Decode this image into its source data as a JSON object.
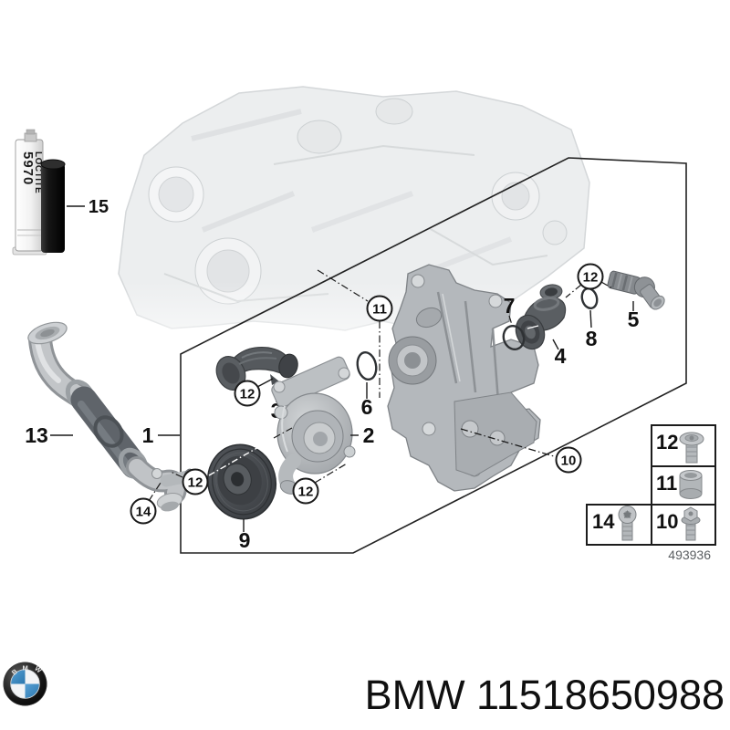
{
  "diagram": {
    "code": "493936",
    "labels": {
      "n1": "1",
      "n2": "2",
      "n3": "3",
      "n4": "4",
      "n5": "5",
      "n6": "6",
      "n7": "7",
      "n8": "8",
      "n9": "9",
      "n13": "13",
      "n15": "15"
    },
    "circled": {
      "c10": "10",
      "c11": "11",
      "c12": "12",
      "c14": "14"
    },
    "table": {
      "row12": "12",
      "row11": "11",
      "row14": "14",
      "row10": "10"
    },
    "loctite": {
      "brand": "LOCTITE",
      "number": "5970"
    }
  },
  "footer": {
    "text": "BMW 11518650988",
    "logo": {
      "b": "B",
      "m": "M",
      "w": "W"
    }
  },
  "colors": {
    "line": "#1a1a1a",
    "engine_block": "#eceeef",
    "part_silver": "#b7bbbf",
    "part_dark": "#53575b",
    "bmw_blue": "#3286c2"
  }
}
